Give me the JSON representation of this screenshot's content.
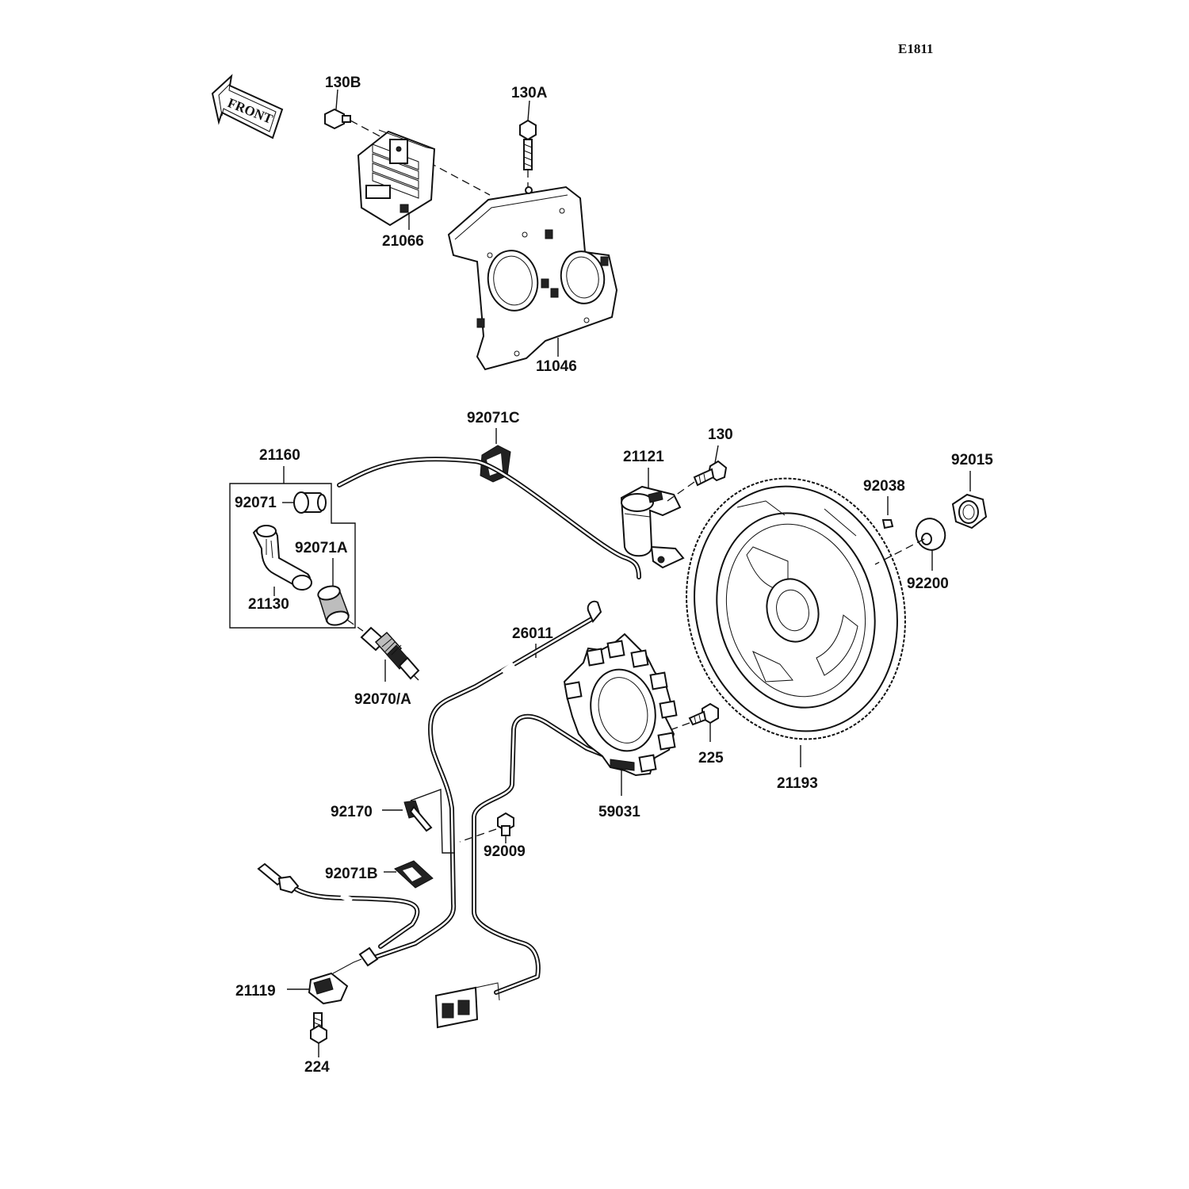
{
  "diagram_code": "E1811",
  "front_label": "FRONT",
  "labels": {
    "p130b": "130B",
    "p130a": "130A",
    "p21066": "21066",
    "p11046": "11046",
    "p92071c": "92071C",
    "p21160": "21160",
    "p92071": "92071",
    "p92071a": "92071A",
    "p21130": "21130",
    "p92070a": "92070/A",
    "p21121": "21121",
    "p130": "130",
    "p92038": "92038",
    "p92015": "92015",
    "p92200": "92200",
    "p26011": "26011",
    "p225": "225",
    "p21193": "21193",
    "p59031": "59031",
    "p92170": "92170",
    "p92009": "92009",
    "p92071b": "92071B",
    "p21119": "21119",
    "p224": "224"
  }
}
